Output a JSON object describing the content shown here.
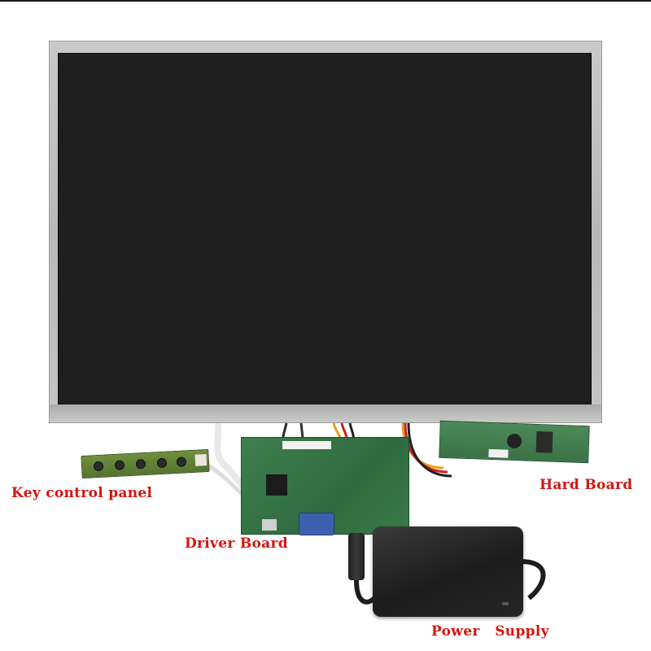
{
  "labels": {
    "key_control_panel": "Key control panel",
    "driver_board": "Driver Board",
    "hard_board": "Hard Board",
    "power_supply": "Power   Supply"
  },
  "colors": {
    "label": "#d6140f",
    "screen": "#1f1f1f",
    "bezel": "#c0c2c0",
    "pcb_green": "#3a7a48",
    "vga_blue": "#3c5fb0",
    "adapter_black": "#262626"
  },
  "icons": [
    "lcd-panel-image",
    "key-control-board-image",
    "driver-board-image",
    "inverter-board-image",
    "power-adapter-image"
  ]
}
